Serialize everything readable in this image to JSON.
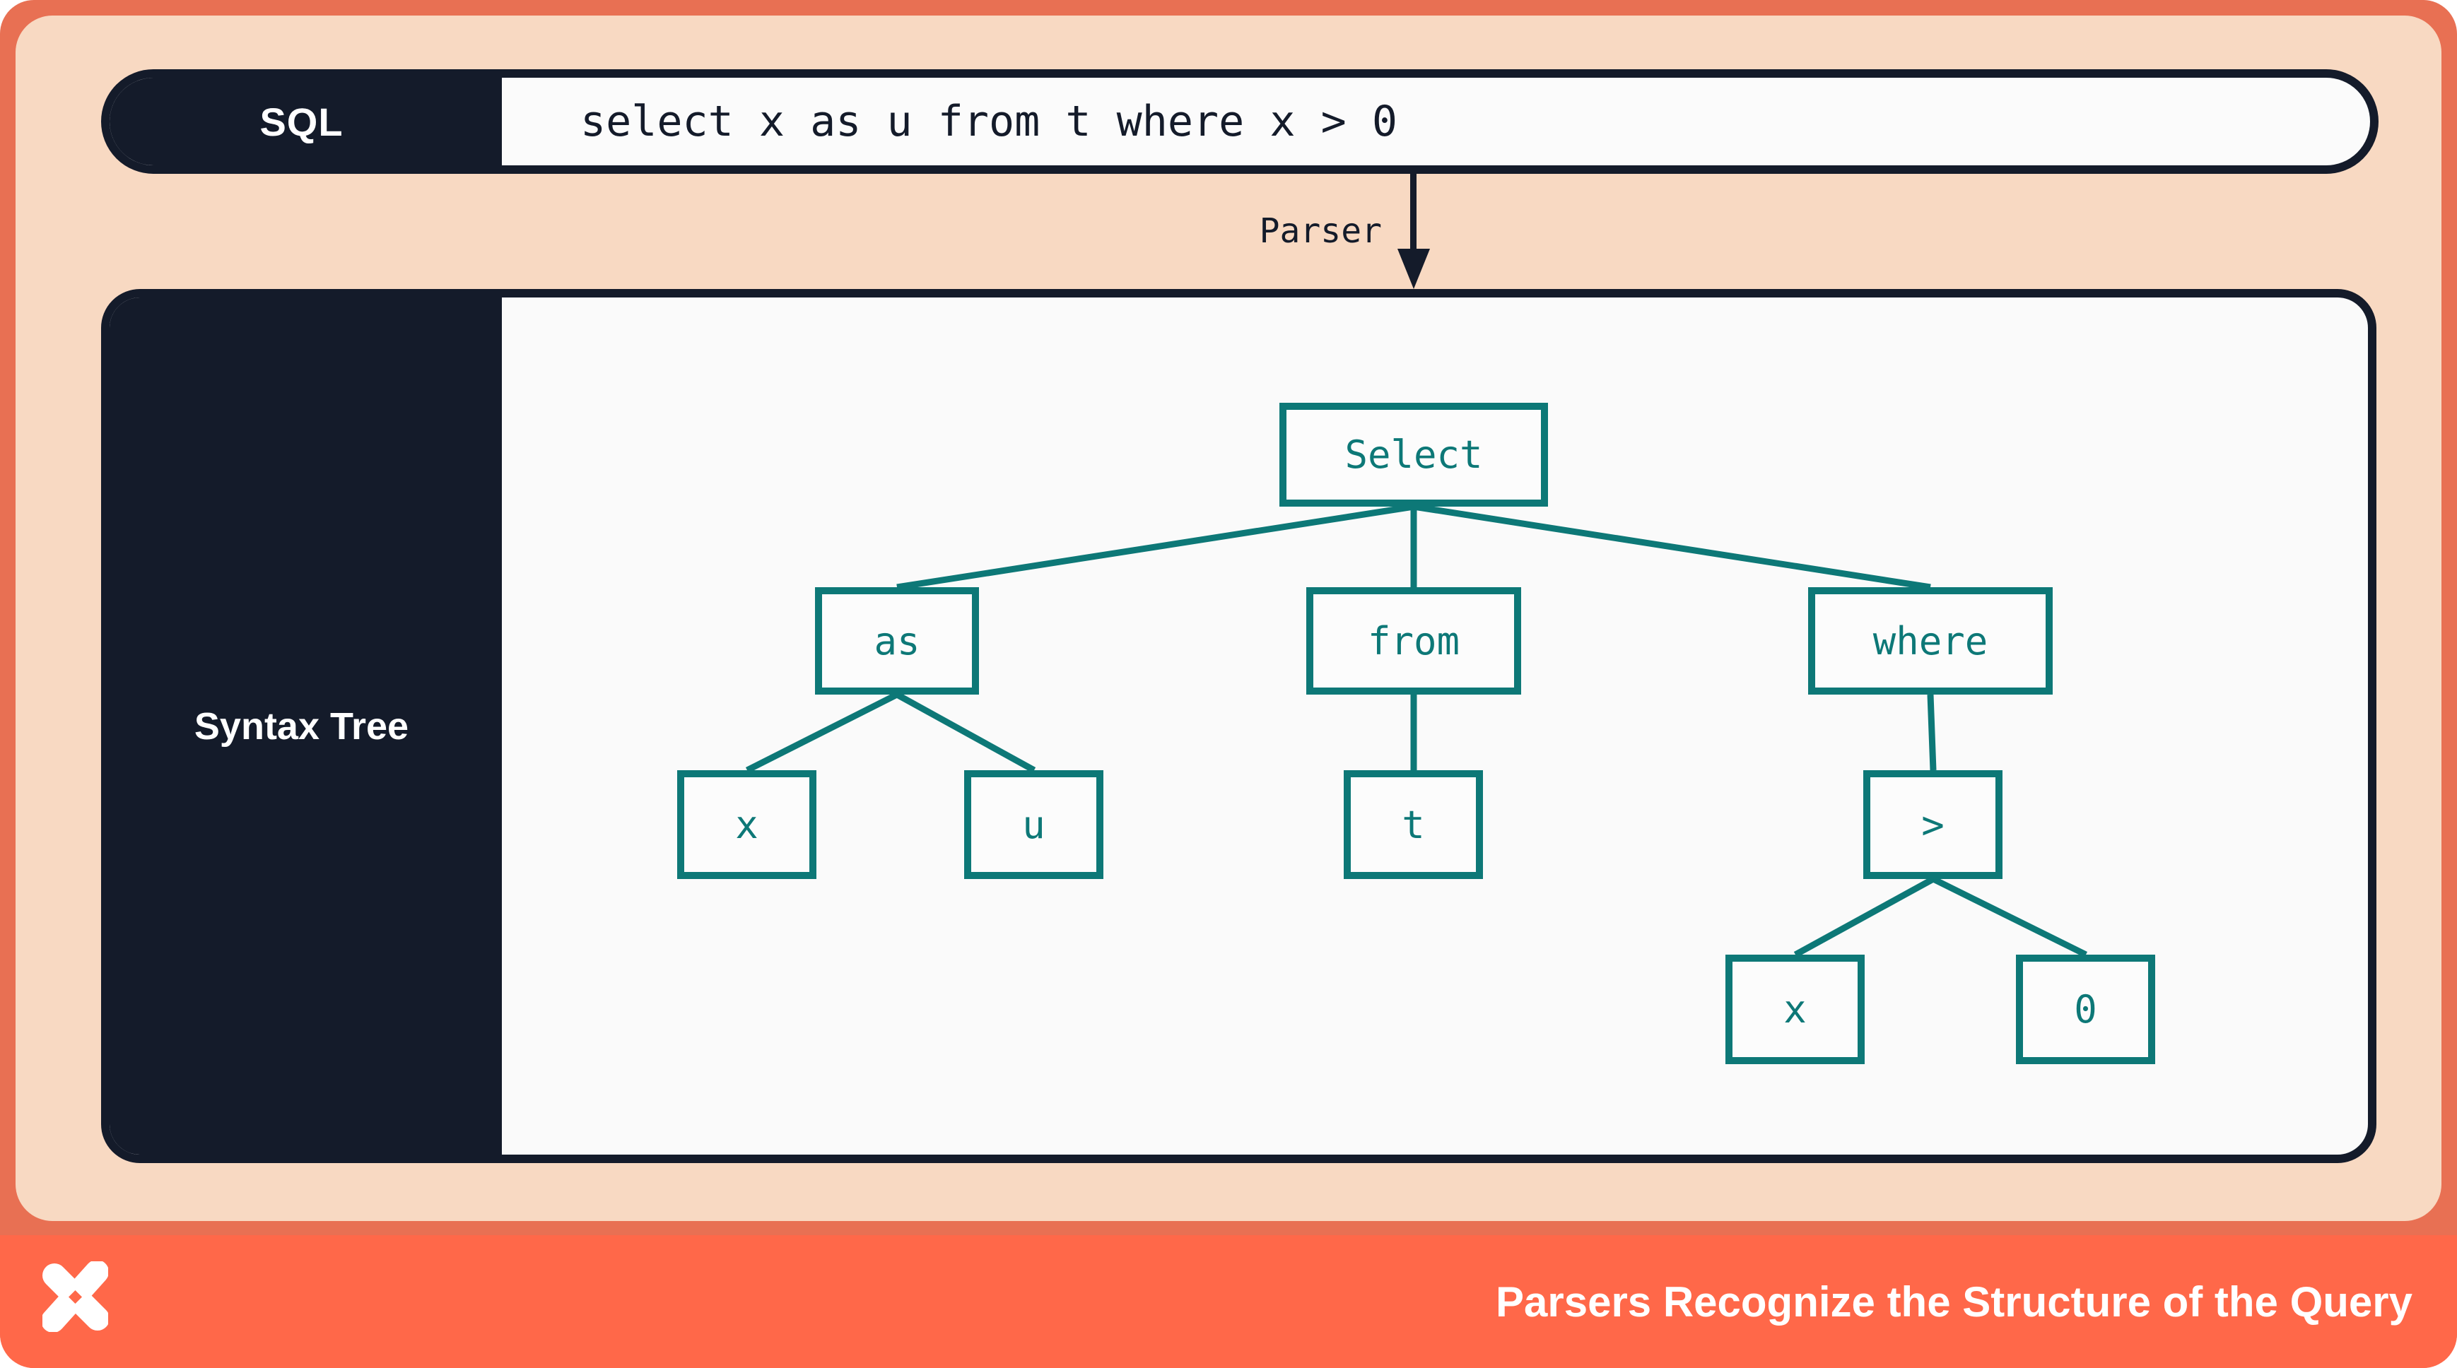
{
  "slide": {
    "sql_bar": {
      "label": "SQL",
      "query": "select x as u from t where x > 0"
    },
    "parser": {
      "label": "Parser"
    },
    "tree": {
      "label": "Syntax Tree",
      "nodes": [
        {
          "id": "select",
          "label": "Select"
        },
        {
          "id": "as",
          "label": "as"
        },
        {
          "id": "from",
          "label": "from"
        },
        {
          "id": "where",
          "label": "where"
        },
        {
          "id": "x1",
          "label": "x"
        },
        {
          "id": "u",
          "label": "u"
        },
        {
          "id": "t",
          "label": "t"
        },
        {
          "id": "gt",
          "label": ">"
        },
        {
          "id": "x2",
          "label": "x"
        },
        {
          "id": "zero",
          "label": "0"
        }
      ],
      "edges": [
        [
          "Select",
          "as"
        ],
        [
          "Select",
          "from"
        ],
        [
          "Select",
          "where"
        ],
        [
          "as",
          "x"
        ],
        [
          "as",
          "u"
        ],
        [
          "from",
          "t"
        ],
        [
          "where",
          ">"
        ],
        [
          ">",
          "x"
        ],
        [
          ">",
          "0"
        ]
      ]
    },
    "footer": {
      "caption": "Parsers Recognize the Structure of the Query",
      "logo": "x-pinwheel-logo"
    },
    "colors": {
      "frame": "#e87053",
      "panel": "#f8d9c2",
      "footer": "#ff6849",
      "ink": "#141b2a",
      "teal": "#0d7877",
      "box_fill": "#fafafa"
    }
  }
}
